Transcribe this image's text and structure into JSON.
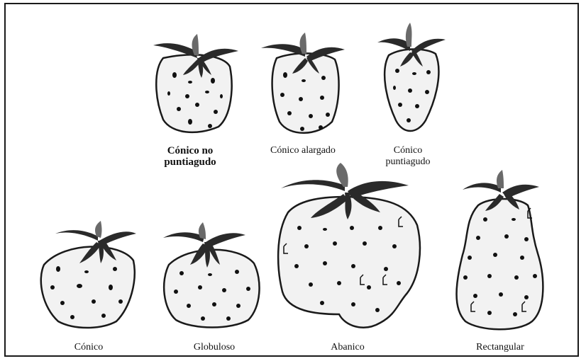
{
  "shapes": [
    {
      "id": "conico-no-puntiagudo",
      "label": "Cónico no\npuntiagudo"
    },
    {
      "id": "conico-alargado",
      "label": "Cónico alargado"
    },
    {
      "id": "conico-puntiagudo",
      "label": "Cónico\npuntiagudo"
    },
    {
      "id": "conico",
      "label": "Cónico"
    },
    {
      "id": "globuloso",
      "label": "Globuloso"
    },
    {
      "id": "abanico",
      "label": "Abanico"
    },
    {
      "id": "rectangular",
      "label": "Rectangular"
    }
  ],
  "colors": {
    "fruit_fill": "#f2f2f2",
    "outline": "#1a1a1a",
    "leaf": "#2a2a2a",
    "seed": "#111111"
  }
}
